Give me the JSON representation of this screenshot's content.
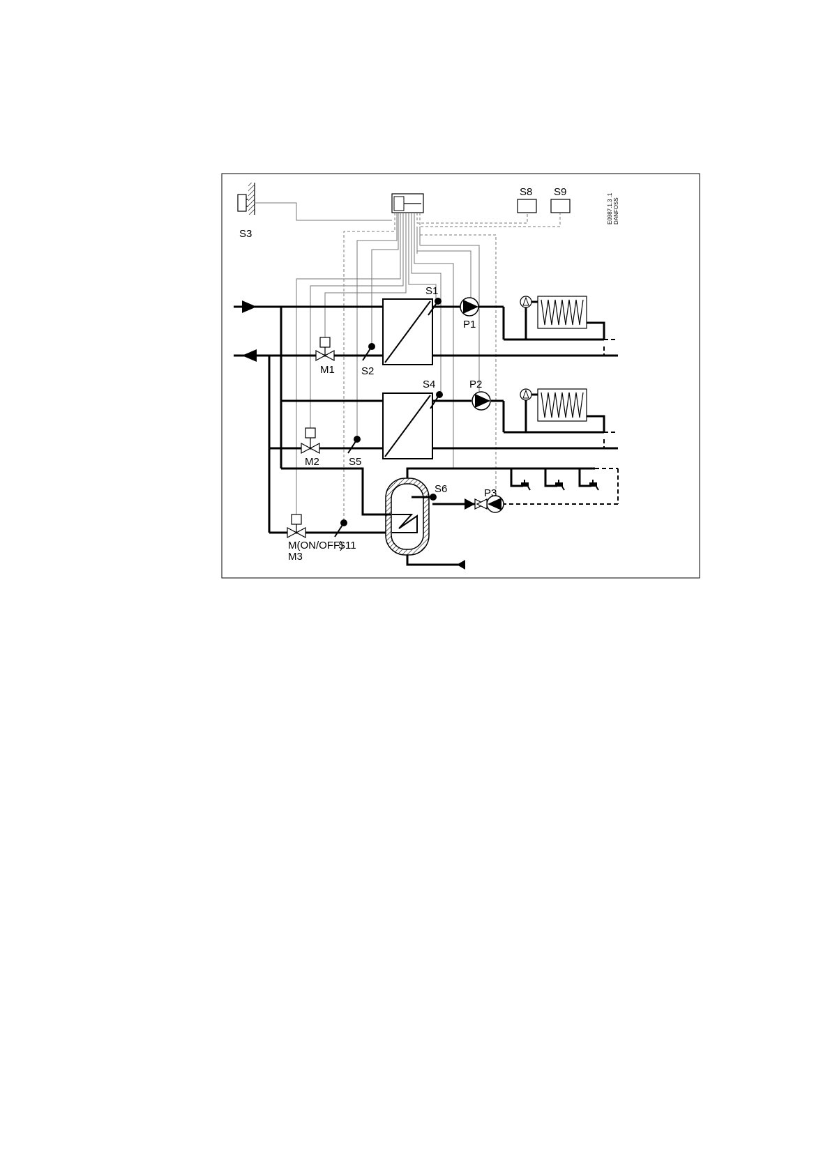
{
  "diagram": {
    "labels": {
      "outdoor_sensor": "S3",
      "s8": "S8",
      "s9": "S9",
      "s1": "S1",
      "s2": "S2",
      "s4": "S4",
      "s5": "S5",
      "s6": "S6",
      "s11": "S11",
      "p1": "P1",
      "p2": "P2",
      "p3": "P3",
      "m1": "M1",
      "m2": "M2",
      "m3_mode": "M(ON/OFF)",
      "m3": "M3"
    },
    "drawing_code": "E0987.1.3 .1",
    "manufacturer": "DANFOSS"
  }
}
